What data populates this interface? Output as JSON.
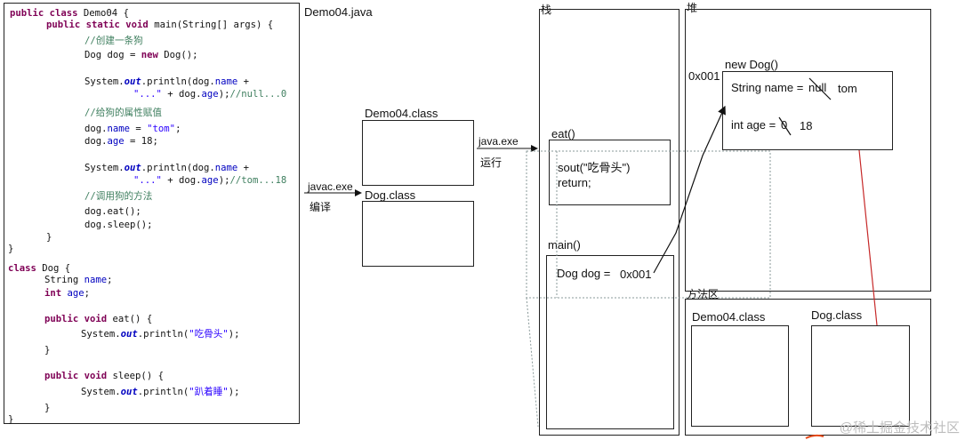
{
  "code_file_label": "Demo04.java",
  "code": {
    "l1": [
      [
        "kw",
        "public class "
      ],
      [
        "p",
        "Demo04 {"
      ]
    ],
    "l2": [
      [
        "kw",
        "public static void "
      ],
      [
        "p",
        "main(String[] args) {"
      ]
    ],
    "l3": [
      [
        "cm",
        "//创建一条狗"
      ]
    ],
    "l4": [
      [
        "p",
        "Dog dog = "
      ],
      [
        "kw",
        "new "
      ],
      [
        "p",
        "Dog();"
      ]
    ],
    "l5": [
      [
        "p",
        "System."
      ],
      [
        "st",
        "out"
      ],
      [
        "p",
        ".println(dog."
      ],
      [
        "fld",
        "name"
      ],
      [
        "p",
        " +"
      ]
    ],
    "l6": [
      [
        "str",
        "\"...\""
      ],
      [
        "p",
        " + dog."
      ],
      [
        "fld",
        "age"
      ],
      [
        "p",
        ");"
      ],
      [
        "cm",
        "//null...0"
      ]
    ],
    "l7": [
      [
        "cm",
        "//给狗的属性赋值"
      ]
    ],
    "l8": [
      [
        "p",
        "dog."
      ],
      [
        "fld",
        "name"
      ],
      [
        "p",
        " = "
      ],
      [
        "str",
        "\"tom\""
      ],
      [
        "p",
        ";"
      ]
    ],
    "l9": [
      [
        "p",
        "dog."
      ],
      [
        "fld",
        "age"
      ],
      [
        "p",
        " = 18;"
      ]
    ],
    "l10": [
      [
        "p",
        "System."
      ],
      [
        "st",
        "out"
      ],
      [
        "p",
        ".println(dog."
      ],
      [
        "fld",
        "name"
      ],
      [
        "p",
        " +"
      ]
    ],
    "l11": [
      [
        "str",
        "\"...\""
      ],
      [
        "p",
        " + dog."
      ],
      [
        "fld",
        "age"
      ],
      [
        "p",
        ");"
      ],
      [
        "cm",
        "//tom...18"
      ]
    ],
    "l12": [
      [
        "cm",
        "//调用狗的方法"
      ]
    ],
    "l13": [
      [
        "p",
        "dog.eat();"
      ]
    ],
    "l14": [
      [
        "p",
        "dog.sleep();"
      ]
    ],
    "l15": [
      [
        "p",
        "}"
      ]
    ],
    "l16": [
      [
        "p",
        "}"
      ]
    ],
    "l17": [
      [
        "kw",
        "class "
      ],
      [
        "p",
        "Dog {"
      ]
    ],
    "l18": [
      [
        "p",
        "String "
      ],
      [
        "fld",
        "name"
      ],
      [
        "p",
        ";"
      ]
    ],
    "l19": [
      [
        "kw",
        "int "
      ],
      [
        "fld",
        "age"
      ],
      [
        "p",
        ";"
      ]
    ],
    "l20": [
      [
        "kw",
        "public void "
      ],
      [
        "p",
        "eat() {"
      ]
    ],
    "l21": [
      [
        "p",
        "System."
      ],
      [
        "st",
        "out"
      ],
      [
        "p",
        ".println("
      ],
      [
        "str",
        "\"吃骨头\""
      ],
      [
        "p",
        ");"
      ]
    ],
    "l22": [
      [
        "p",
        "}"
      ]
    ],
    "l23": [
      [
        "kw",
        "public void "
      ],
      [
        "p",
        "sleep() {"
      ]
    ],
    "l24": [
      [
        "p",
        "System."
      ],
      [
        "st",
        "out"
      ],
      [
        "p",
        ".println("
      ],
      [
        "str",
        "\"趴着睡\""
      ],
      [
        "p",
        ");"
      ]
    ],
    "l25": [
      [
        "p",
        "}"
      ]
    ],
    "l26": [
      [
        "p",
        "}"
      ]
    ]
  },
  "labels": {
    "demo04_class": "Demo04.class",
    "dog_class": "Dog.class",
    "javac_exe": "javac.exe",
    "compile": "编译",
    "java_exe": "java.exe",
    "run": "运行",
    "stack": "栈",
    "heap": "堆",
    "method_area": "方法区",
    "eat_frame": "eat()",
    "sout": "sout(\"吃骨头\")",
    "return": "return;",
    "main_frame": "main()",
    "dog_var": "Dog dog =",
    "dog_addr": "0x001",
    "heap_addr": "0x001",
    "new_dog": "new Dog()",
    "field_name": "String name =",
    "field_name_old": "null",
    "field_name_new": "tom",
    "field_age": "int age =",
    "field_age_old": "0",
    "field_age_new": "18",
    "ma_demo04": "Demo04.class",
    "ma_dog": "Dog.class"
  },
  "watermark": "@稀土掘金技术社区",
  "colors": {
    "keyword": "#7f0055",
    "string": "#2a00ff",
    "comment": "#3f7f5f",
    "field": "#0000c0",
    "red_line": "#c62828"
  }
}
